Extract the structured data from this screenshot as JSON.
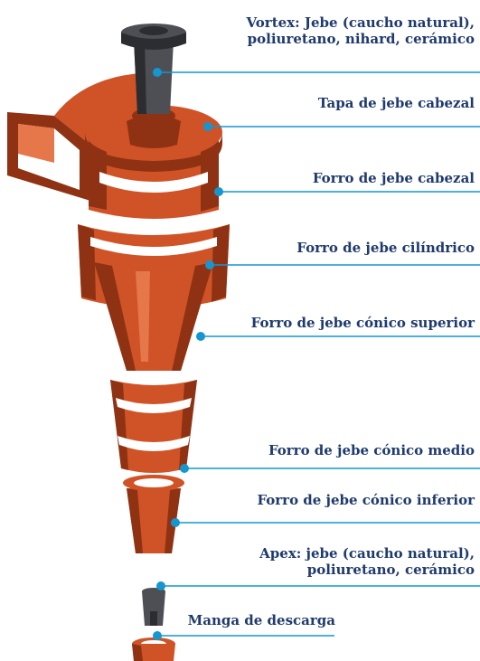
{
  "diagram": {
    "colors": {
      "rubber": "#cf5326",
      "rubber_dark": "#8f3213",
      "rubber_light": "#e5774a",
      "vortex": "#4d4f54",
      "vortex_dark": "#2b2d31",
      "leader_line": "#1596cf",
      "label_text": "#1f3a6e"
    },
    "labels": [
      {
        "id": "vortex",
        "lines": [
          "Vortex: Jebe (caucho natural),",
          "poliuretano, nihard, cerámico"
        ]
      },
      {
        "id": "tapa",
        "lines": [
          "Tapa de jebe cabezal"
        ]
      },
      {
        "id": "forro-cabezal",
        "lines": [
          "Forro de jebe cabezal"
        ]
      },
      {
        "id": "forro-cilindrico",
        "lines": [
          "Forro de jebe cilíndrico"
        ]
      },
      {
        "id": "forro-conico-superior",
        "lines": [
          "Forro de jebe cónico superior"
        ]
      },
      {
        "id": "forro-conico-medio",
        "lines": [
          "Forro de jebe cónico medio"
        ]
      },
      {
        "id": "forro-conico-inferior",
        "lines": [
          "Forro de jebe cónico inferior"
        ]
      },
      {
        "id": "apex",
        "lines": [
          "Apex: jebe (caucho natural),",
          "poliuretano, cerámico"
        ]
      },
      {
        "id": "manga",
        "lines": [
          "Manga de descarga"
        ]
      }
    ]
  }
}
